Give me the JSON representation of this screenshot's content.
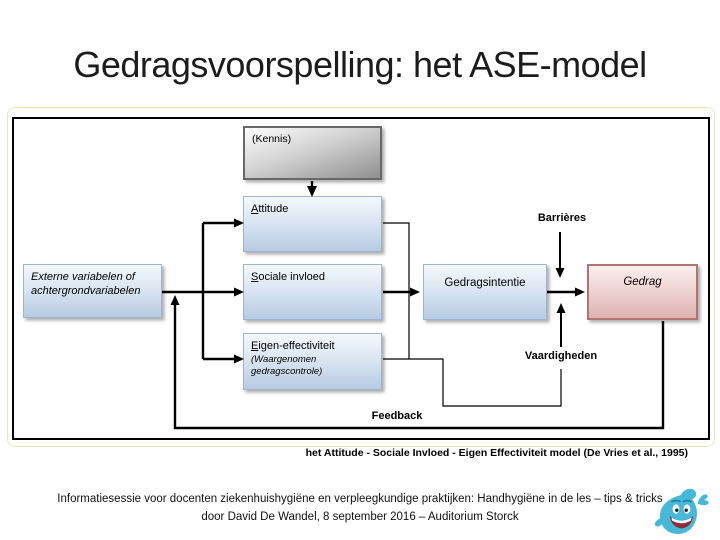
{
  "slide": {
    "title": "Gedragsvoorspelling: het ASE-model",
    "caption": "het Attitude - Sociale Invloed - Eigen Effectiviteit model (De Vries et al., 1995)",
    "footer_line1": "Informatiesessie voor docenten ziekenhuishygiëne en verpleegkundige praktijken: Handhygiëne in de les – tips & tricks",
    "footer_line2": "door David De Wandel, 8 september 2016 – Auditorium Storck"
  },
  "diagram": {
    "boxes": {
      "kennis": {
        "label": "(Kennis)"
      },
      "attitude": {
        "label": "Attitude"
      },
      "externe": {
        "label": "Externe variabelen of achtergrondvariabelen"
      },
      "sociale": {
        "label": "Sociale invloed"
      },
      "eigen": {
        "label": "Eigen-effectiviteit",
        "sublabel": "(Waargenomen gedragscontrole)"
      },
      "gedragsintentie": {
        "label": "Gedragsintentie"
      },
      "gedrag": {
        "label": "Gedrag"
      }
    },
    "labels": {
      "barrieres": "Barrières",
      "vaardigheden": "Vaardigheden",
      "feedback": "Feedback"
    },
    "colors": {
      "blue_box_border": "#9bb5d3",
      "blue_box_fill_top": "#f4f8fc",
      "blue_box_fill_bottom": "#b7cbe2",
      "gray_box_border": "#686868",
      "gray_box_fill_top": "#fbfbfb",
      "gray_box_fill_bottom": "#8f8f8f",
      "pink_box_border": "#b27472",
      "pink_box_fill_top": "#faf0ef",
      "pink_box_fill_bottom": "#dfb3b1",
      "connector": "#000000"
    }
  },
  "mascot": {
    "body_color": "#47b8d8",
    "outline_color": "#1f7d9c"
  }
}
